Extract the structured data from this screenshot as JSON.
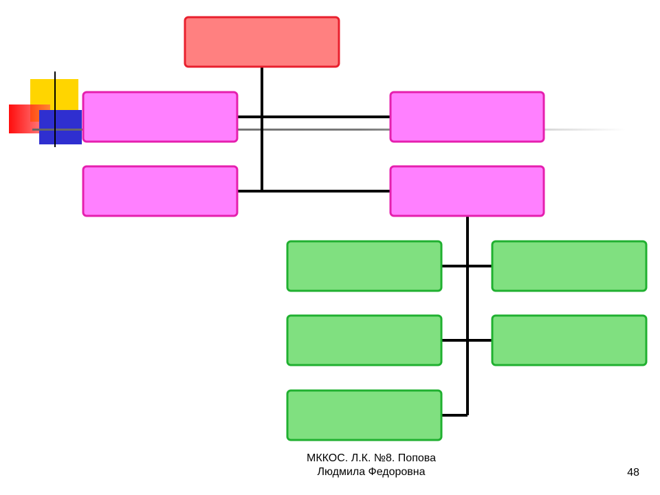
{
  "slide": {
    "footer_line1": "МККОС. Л.К. №8. Попова",
    "footer_line2": "Людмила Федоровна",
    "page_number": "48"
  },
  "colors": {
    "root_fill": "#FF8080",
    "root_stroke": "#E8202E",
    "level1_fill": "#FF80FF",
    "level1_stroke": "#E51FAE",
    "level2_fill": "#80E080",
    "level2_stroke": "#20B030",
    "connector": "#000000",
    "deco_yellow": "#FFD500",
    "deco_red": "#FF0000",
    "deco_blue": "#2F2FD0"
  },
  "org_chart": {
    "root": {
      "label": ""
    },
    "level1": [
      {
        "label": ""
      },
      {
        "label": ""
      },
      {
        "label": ""
      },
      {
        "label": ""
      }
    ],
    "level2": [
      {
        "label": ""
      },
      {
        "label": ""
      },
      {
        "label": ""
      },
      {
        "label": ""
      },
      {
        "label": ""
      }
    ]
  }
}
